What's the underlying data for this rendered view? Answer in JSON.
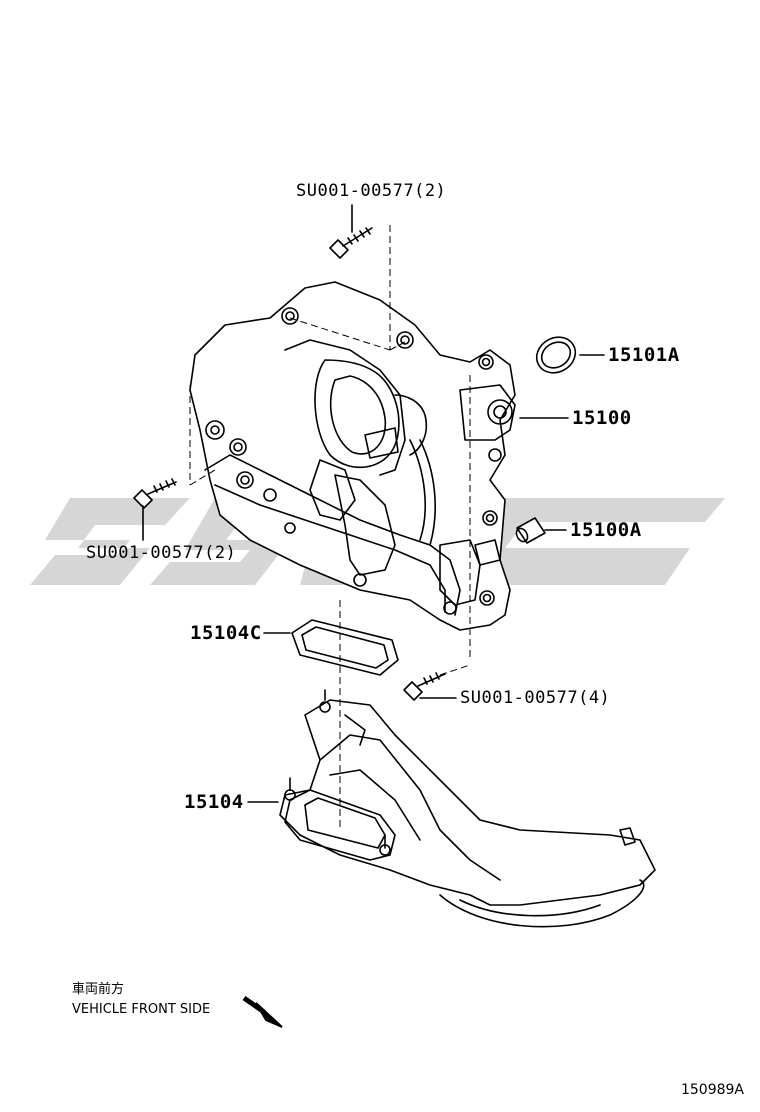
{
  "callouts": {
    "bolt_top": "SU001-00577(2)",
    "bolt_left": "SU001-00577(2)",
    "bolt_bottom": "SU001-00577(4)",
    "o_ring": "15101A",
    "pump": "15100",
    "pin": "15100A",
    "gasket": "15104C",
    "strainer": "15104"
  },
  "note": {
    "jp": "車両前方",
    "en": "VEHICLE FRONT SIDE"
  },
  "figure_id": "150989A",
  "colors": {
    "line": "#000000",
    "watermark": "#d9d9d9",
    "background": "#ffffff"
  }
}
